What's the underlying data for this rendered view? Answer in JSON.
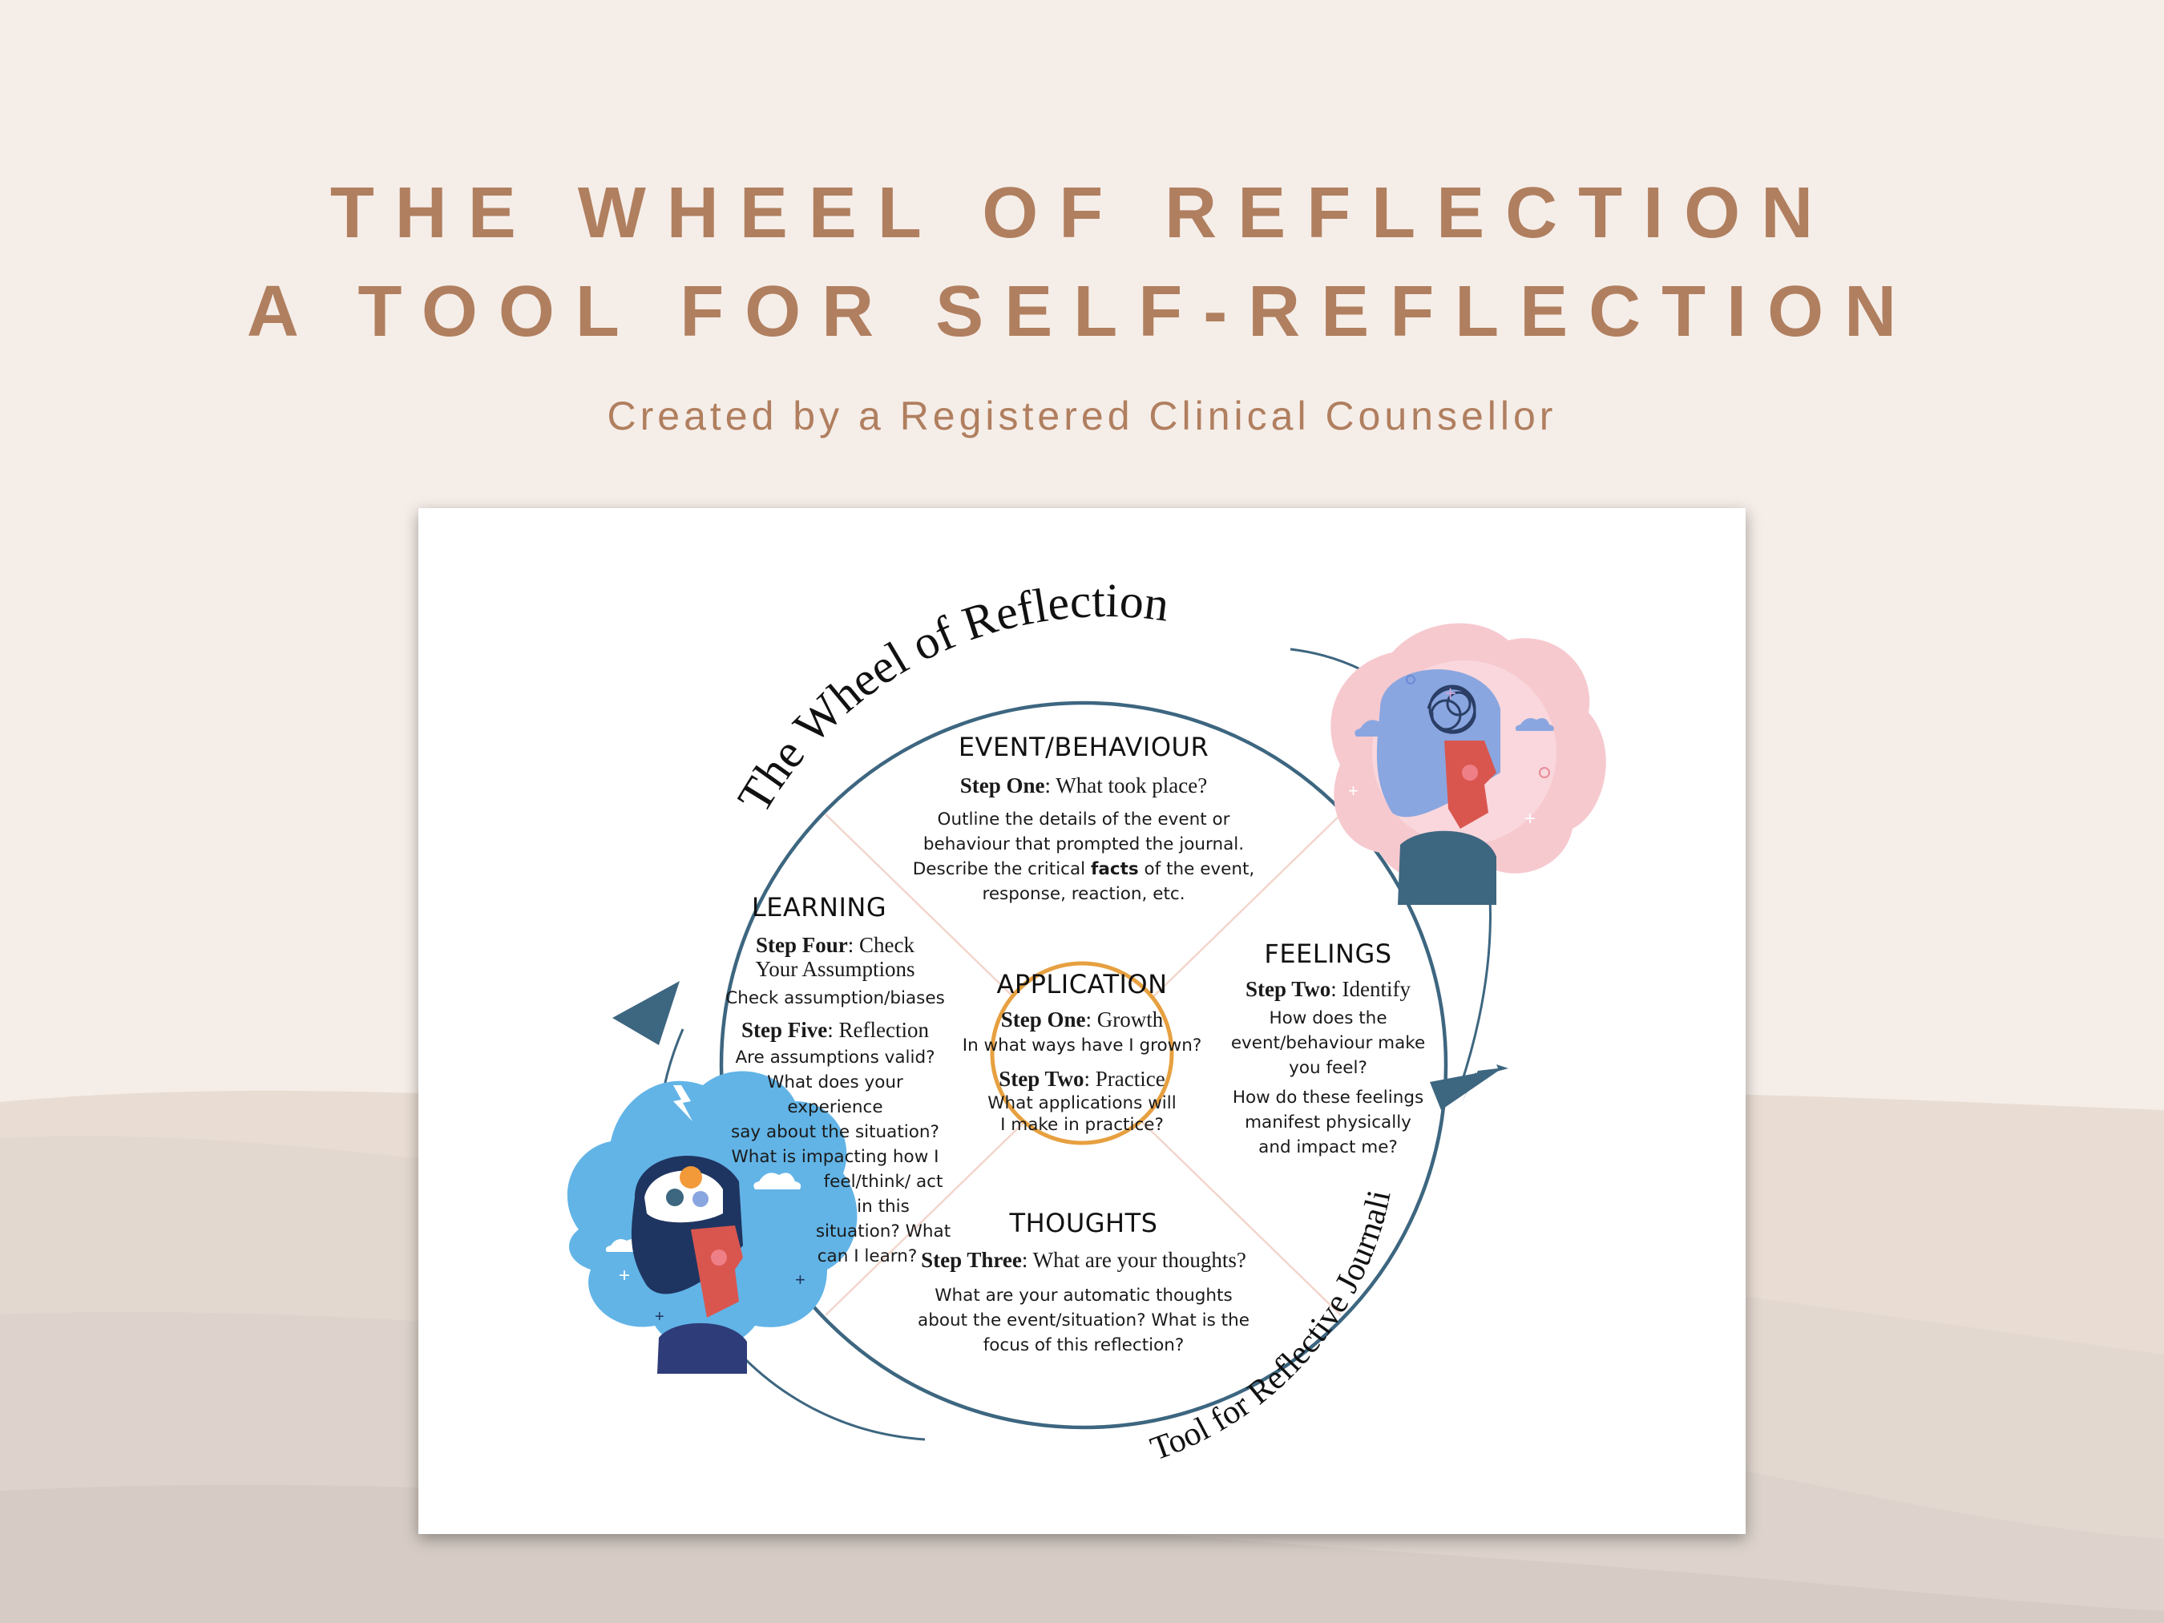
{
  "header": {
    "title_line1": "THE WHEEL OF REFLECTION",
    "title_line2": "A TOOL FOR SELF-REFLECTION",
    "subtitle": "Created by a Registered Clinical Counsellor"
  },
  "wheel": {
    "top_arc_title": "The Wheel of Reflection",
    "bottom_arc_title": "Tool for Reflective Journaling",
    "event": {
      "heading": "EVENT/BEHAVIOUR",
      "step_label": "Step One",
      "step_text": ": What took place?",
      "line1": "Outline the details of the event or",
      "line2": "behaviour that prompted the journal.",
      "line3_pre": "Describe the critical ",
      "line3_bold": "facts",
      "line3_post": " of the event,",
      "line4": "response, reaction, etc."
    },
    "learning": {
      "heading": "LEARNING",
      "step4_label": "Step Four",
      "step4_text": ": Check",
      "step4_line2": "Your Assumptions",
      "step4_desc": "Check assumption/biases",
      "step5_label": "Step Five",
      "step5_text": ": Reflection",
      "lines": [
        "Are assumptions valid?",
        "What does your experience",
        "say about the situation?",
        "What is impacting how I",
        "feel/think/ act in this",
        "situation? What",
        "can I learn?"
      ]
    },
    "application": {
      "heading": "APPLICATION",
      "step1_label": "Step One",
      "step1_text": ": Growth",
      "step1_desc": "In what ways have I grown?",
      "step2_label": "Step Two",
      "step2_text": ": Practice",
      "step2_line1": "What applications will",
      "step2_line2": "I make in practice?"
    },
    "feelings": {
      "heading": "FEELINGS",
      "step_label": "Step Two",
      "step_text": ": Identify",
      "lines_a": [
        "How does the",
        "event/behaviour make",
        "you feel?"
      ],
      "lines_b": [
        "How do these feelings",
        "manifest physically",
        "and impact me?"
      ]
    },
    "thoughts": {
      "heading": "THOUGHTS",
      "step_label": "Step Three",
      "step_text": ": What are your thoughts?",
      "lines": [
        "What are your automatic thoughts",
        "about the event/situation? What is the",
        "focus of this reflection?"
      ]
    }
  },
  "colors": {
    "title": "#b07f5f",
    "wheel_ring": "#3d6680",
    "application_ring": "#e7a040",
    "divider": "#f2d6cc",
    "blob_pink": "#f6c9cf",
    "blob_blue": "#62b4e6"
  },
  "icons": [
    "tangled-mind-woman-illustration",
    "gears-mind-woman-illustration",
    "cycle-arrow-icon"
  ]
}
